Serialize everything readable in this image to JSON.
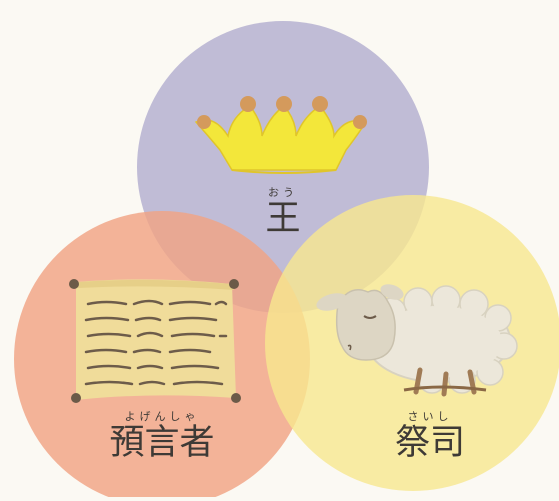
{
  "circles": {
    "king": {
      "ruby": "おう",
      "label": "王",
      "color": "#b7b3d2",
      "icon": "crown-icon"
    },
    "prophet": {
      "ruby": "よげんしゃ",
      "label": "預言者",
      "color": "#f0a384",
      "icon": "scroll-icon"
    },
    "priest": {
      "ruby": "さいし",
      "label": "祭司",
      "color": "#f7e78f",
      "icon": "sheep-icon"
    }
  },
  "colors": {
    "crown": "#f3e73a",
    "crown_tips": "#d49a5c",
    "scroll": "#f0dc9a",
    "scroll_text": "#6d5c4a",
    "sheep": "#ece7da",
    "sheep_face": "#d8d2c0",
    "sheep_legs": "#a07b55"
  }
}
